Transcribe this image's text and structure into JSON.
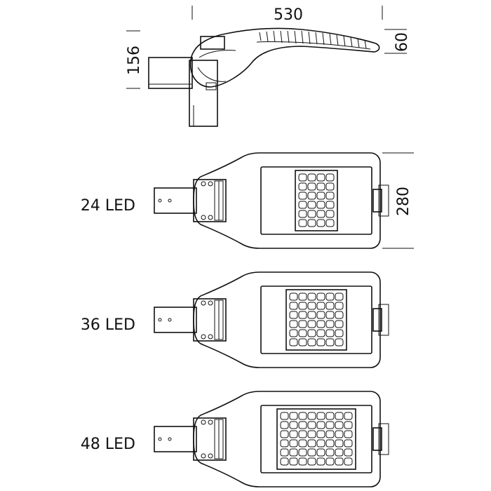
{
  "dimensions": {
    "length": "530",
    "body_height": "60",
    "bracket_height": "156",
    "width": "280"
  },
  "variants": [
    {
      "label": "24 LED",
      "led_count": 24,
      "cols": 4,
      "rows": 6
    },
    {
      "label": "36 LED",
      "led_count": 36,
      "cols": 6,
      "rows": 6
    },
    {
      "label": "48 LED",
      "led_count": 48,
      "cols": 8,
      "rows": 6
    }
  ]
}
